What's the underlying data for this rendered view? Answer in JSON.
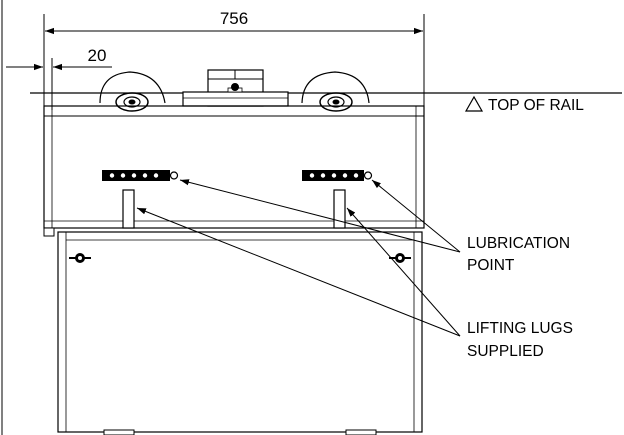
{
  "dimensions": {
    "overall_width": "756",
    "offset": "20"
  },
  "labels": {
    "top_of_rail": "TOP OF RAIL",
    "lubrication_line1": "LUBRICATION",
    "lubrication_line2": "POINT",
    "lifting_line1": "LIFTING LUGS",
    "lifting_line2": "SUPPLIED"
  },
  "colors": {
    "line": "#000000",
    "background": "#ffffff"
  },
  "icons": {
    "rail_datum": "triangle-datum-icon",
    "lubrication_nipple": "grease-nipple-icon",
    "lock": "latch-icon"
  }
}
